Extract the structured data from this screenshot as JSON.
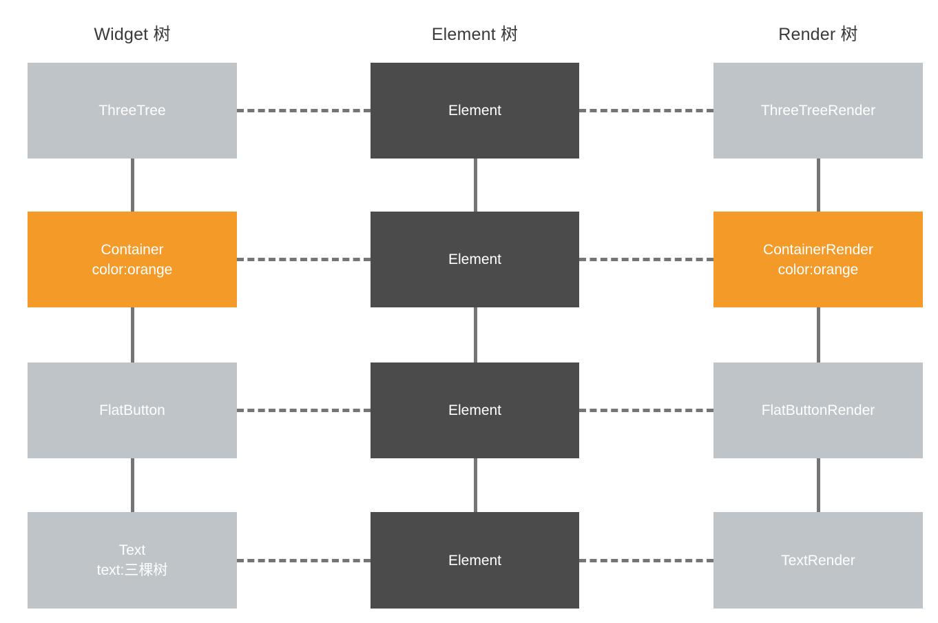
{
  "diagram": {
    "title": "Flutter three trees diagram",
    "columns": [
      {
        "id": "widget",
        "header": "Widget 树"
      },
      {
        "id": "element",
        "header": "Element 树"
      },
      {
        "id": "render",
        "header": "Render 树"
      }
    ],
    "colors": {
      "grey_node": "#bec4c8",
      "dark_node": "#4b4b4b",
      "orange_node": "#f49a28",
      "connector": "#757575",
      "node_text": "#ffffff",
      "header_text": "#3a3a3a",
      "background": "#ffffff"
    },
    "rows": [
      {
        "widget": {
          "line1": "ThreeTree",
          "line2": "",
          "style": "grey"
        },
        "element": {
          "line1": "Element",
          "line2": "",
          "style": "dark"
        },
        "render": {
          "line1": "ThreeTreeRender",
          "line2": "",
          "style": "grey"
        }
      },
      {
        "widget": {
          "line1": "Container",
          "line2": "color:orange",
          "style": "orange"
        },
        "element": {
          "line1": "Element",
          "line2": "",
          "style": "dark"
        },
        "render": {
          "line1": "ContainerRender",
          "line2": "color:orange",
          "style": "orange"
        }
      },
      {
        "widget": {
          "line1": "FlatButton",
          "line2": "",
          "style": "grey"
        },
        "element": {
          "line1": "Element",
          "line2": "",
          "style": "dark"
        },
        "render": {
          "line1": "FlatButtonRender",
          "line2": "",
          "style": "grey"
        }
      },
      {
        "widget": {
          "line1": "Text",
          "line2": "text:三棵树",
          "style": "grey"
        },
        "element": {
          "line1": "Element",
          "line2": "",
          "style": "dark"
        },
        "render": {
          "line1": "TextRender",
          "line2": "",
          "style": "grey"
        }
      }
    ]
  }
}
